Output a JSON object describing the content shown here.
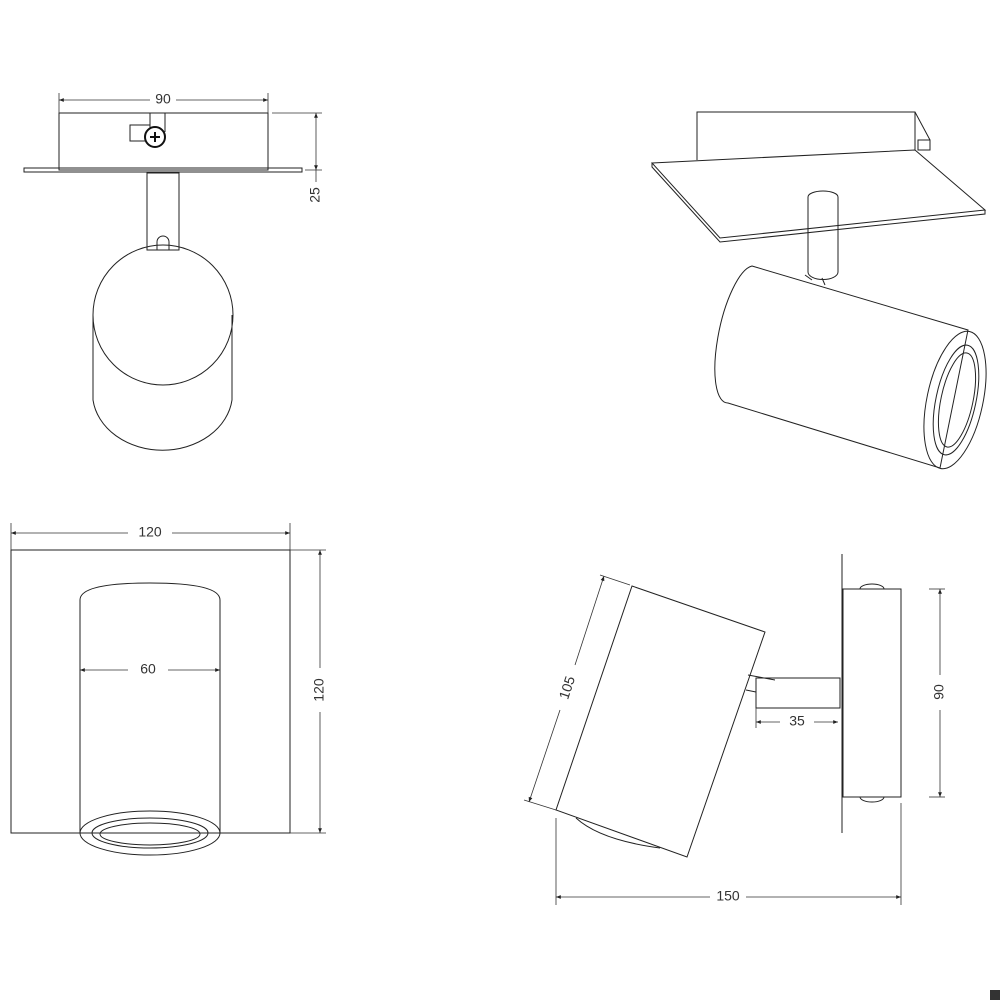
{
  "drawing": {
    "front_view": {
      "width_label": "90",
      "height_label": "25"
    },
    "isometric_view": {},
    "top_view": {
      "plate_width_label": "120",
      "plate_height_label": "120",
      "cylinder_diameter_label": "60"
    },
    "side_view": {
      "cylinder_length_label": "105",
      "arm_length_label": "35",
      "box_height_label": "90",
      "total_depth_label": "150"
    }
  },
  "colors": {
    "line": "#222222",
    "background": "#ffffff"
  }
}
